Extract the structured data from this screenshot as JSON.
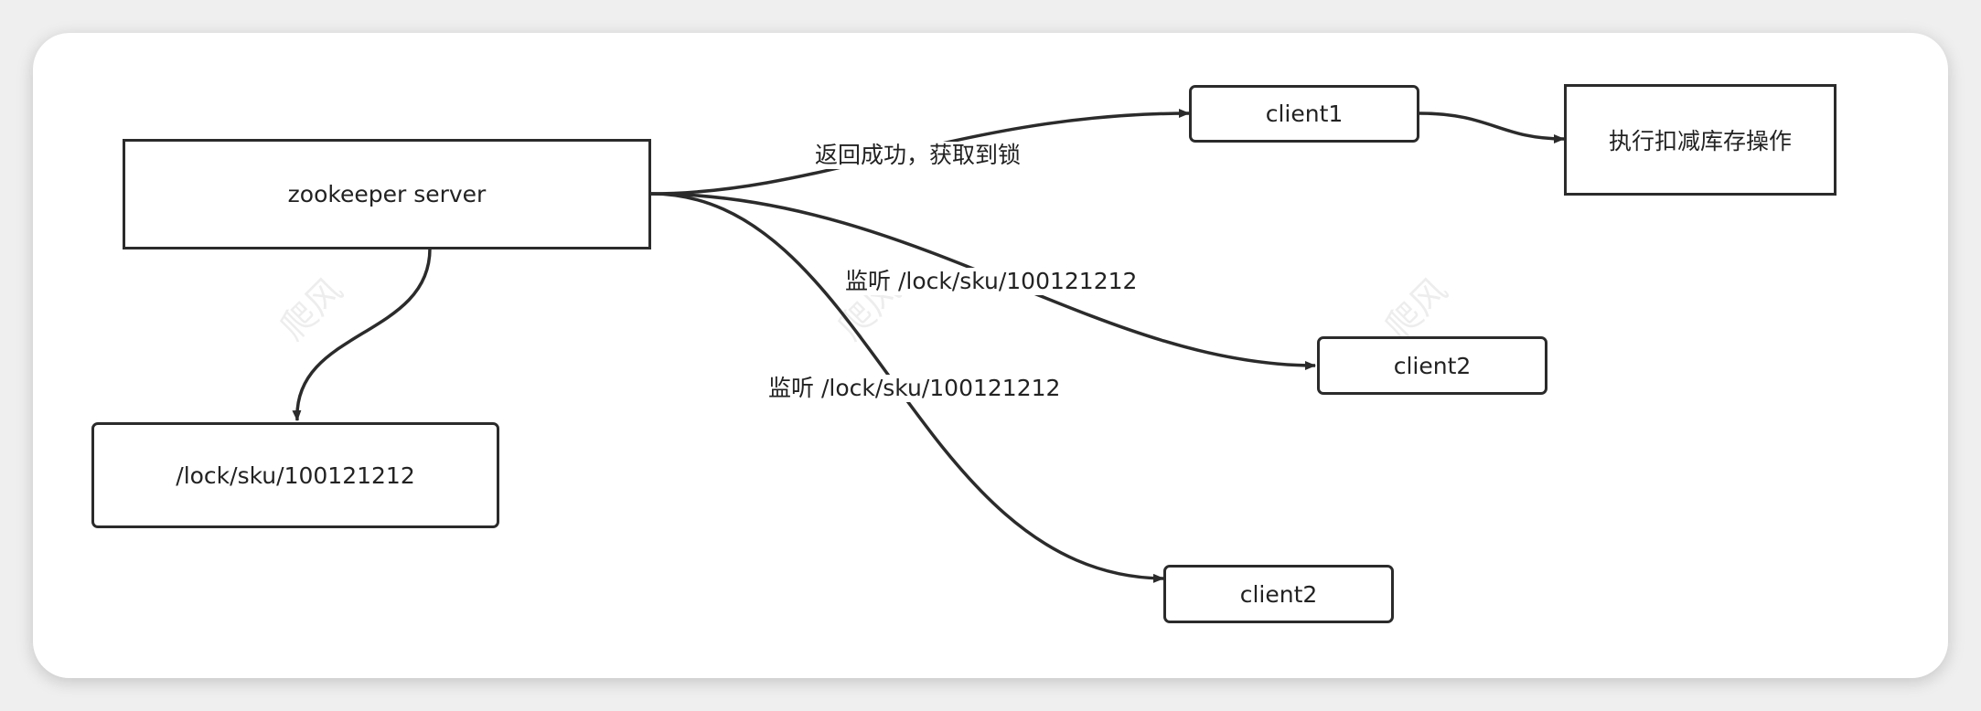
{
  "nodes": {
    "server": "zookeeper server",
    "lock_path": "/lock/sku/100121212",
    "client1": "client1",
    "client2_mid": "client2",
    "client2_bottom": "client2",
    "action": "执行扣减库存操作"
  },
  "edges": {
    "to_client1": "返回成功，获取到锁",
    "to_client2_mid": "监听 /lock/sku/100121212",
    "to_client2_bottom": "监听 /lock/sku/100121212"
  },
  "watermark": "爬风",
  "colors": {
    "stroke": "#2b2b2b",
    "text": "#222222",
    "background": "#ffffff",
    "outer": "#efefef"
  }
}
